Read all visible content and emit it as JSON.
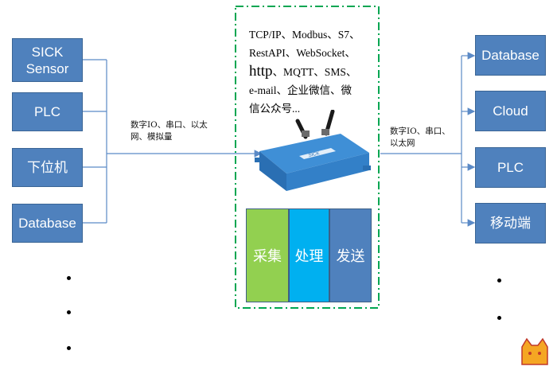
{
  "left_sources": [
    "SICK\nSensor",
    "PLC",
    "下位机",
    "Database"
  ],
  "right_targets": [
    "Database",
    "Cloud",
    "PLC",
    "移动端"
  ],
  "left_connection_label": [
    "数字IO、串口、以太",
    "网、模拟量"
  ],
  "right_connection_label": [
    "数字IO、串口、",
    "以太网"
  ],
  "protocols": {
    "line1": "TCP/IP、Modbus、S7、",
    "line2": "RestAPI、WebSocket、",
    "line3_big": "http",
    "line3_rest": "、MQTT、SMS、",
    "line4": "e-mail、企业微信、微",
    "line5": "信公众号..."
  },
  "device_brand": "SICK",
  "stages": [
    {
      "label": "采集",
      "color": "#92d050"
    },
    {
      "label": "处理",
      "color": "#00b0f0"
    },
    {
      "label": "发送",
      "color": "#4f81bd"
    }
  ],
  "colors": {
    "box": "#4f81bd",
    "frame": "#00a651",
    "connector": "#5b8ac6"
  }
}
